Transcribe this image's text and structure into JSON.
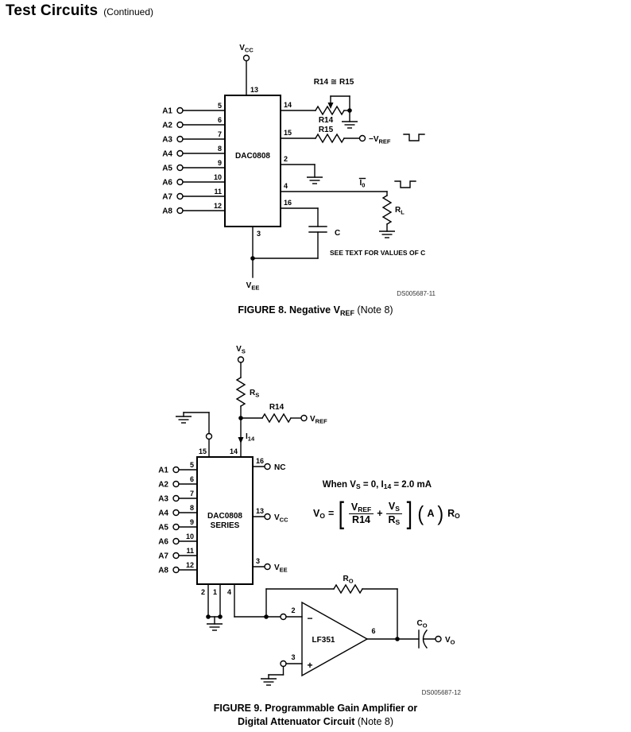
{
  "page": {
    "title": "Test Circuits",
    "subtitle": "(Continued)"
  },
  "fig8": {
    "chip_label": "DAC0808",
    "pin_top": "13",
    "pin_bottom": "3",
    "vcc": {
      "m": "V",
      "s": "CC"
    },
    "vee": {
      "m": "V",
      "s": "EE"
    },
    "left_pins": [
      {
        "label": "A1",
        "pin": "5"
      },
      {
        "label": "A2",
        "pin": "6"
      },
      {
        "label": "A3",
        "pin": "7"
      },
      {
        "label": "A4",
        "pin": "8"
      },
      {
        "label": "A5",
        "pin": "9"
      },
      {
        "label": "A6",
        "pin": "10"
      },
      {
        "label": "A7",
        "pin": "11"
      },
      {
        "label": "A8",
        "pin": "12"
      }
    ],
    "pin14": "14",
    "pin15": "15",
    "pin2": "2",
    "pin4": "4",
    "pin16": "16",
    "pot_note": "R14 ≅ R15",
    "r14_label": "R14",
    "r15_label": "R15",
    "vref_neg": {
      "pre": "−",
      "m": "V",
      "s": "REF"
    },
    "i0": {
      "m": "I",
      "s": "0"
    },
    "rl": {
      "m": "R",
      "s": "L"
    },
    "cap_label": "C",
    "see_text": "SEE TEXT FOR VALUES OF C",
    "doc_code": "DS005687-11",
    "caption": {
      "bold": "FIGURE 8. Negative V",
      "bold_sub": "REF",
      "normal": " (Note 8)"
    }
  },
  "fig9": {
    "chip_label_line1": "DAC0808",
    "chip_label_line2": "SERIES",
    "vs": {
      "m": "V",
      "s": "S"
    },
    "rs": {
      "m": "R",
      "s": "S"
    },
    "r14_label": "R14",
    "vref": {
      "m": "V",
      "s": "REF"
    },
    "i14": {
      "m": "I",
      "s": "14"
    },
    "pin15": "15",
    "pin14": "14",
    "left_pins": [
      {
        "label": "A1",
        "pin": "5"
      },
      {
        "label": "A2",
        "pin": "6"
      },
      {
        "label": "A3",
        "pin": "7"
      },
      {
        "label": "A4",
        "pin": "8"
      },
      {
        "label": "A5",
        "pin": "9"
      },
      {
        "label": "A6",
        "pin": "10"
      },
      {
        "label": "A7",
        "pin": "11"
      },
      {
        "label": "A8",
        "pin": "12"
      }
    ],
    "pin16": "16",
    "nc": "NC",
    "pin13": "13",
    "vcc": {
      "m": "V",
      "s": "CC"
    },
    "pin3": "3",
    "vee": {
      "m": "V",
      "s": "EE"
    },
    "bottom_pins": [
      "2",
      "1",
      "4"
    ],
    "opamp": {
      "label": "LF351",
      "minus": "−",
      "plus": "+",
      "pin_inv": "2",
      "pin_noninv": "3",
      "pin_out": "6"
    },
    "ro": {
      "m": "R",
      "s": "O"
    },
    "co": {
      "m": "C",
      "s": "O"
    },
    "vo": {
      "m": "V",
      "s": "O"
    },
    "note": {
      "t1": "When V",
      "s1": "S",
      "t2": " = 0, I",
      "s2": "14",
      "t3": " = 2.0 mA"
    },
    "formula": {
      "lhs": "V",
      "lhs_sub": "O",
      "eq": "=",
      "lbracket": "[",
      "rbracket": "]",
      "num1": "V",
      "num1_sub": "REF",
      "den1": "R14",
      "plus": "+",
      "num2": "V",
      "num2_sub": "S",
      "den2": "R",
      "den2_sub": "S",
      "lparen": "(",
      "gain": "A",
      "rparen": ")",
      "out": "R",
      "out_sub": "O"
    },
    "doc_code": "DS005687-12",
    "caption_line1": "FIGURE 9. Programmable Gain Amplifier or",
    "caption_line2": {
      "bold": "Digital Attenuator Circuit",
      "normal": " (Note 8)"
    }
  }
}
